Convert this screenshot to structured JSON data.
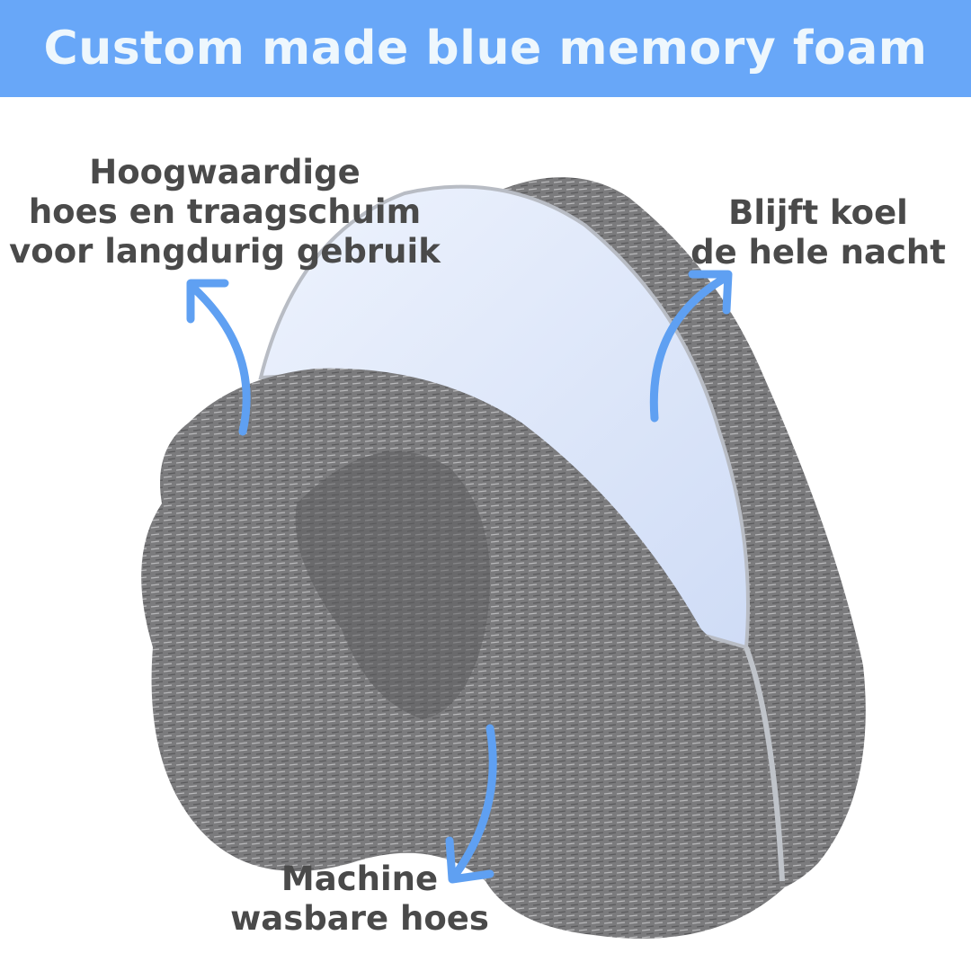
{
  "banner": {
    "title": "Custom made blue memory foam",
    "color": "#68a7f8"
  },
  "callouts": {
    "left": {
      "lines": [
        "Hoogwaardige",
        "hoes en traagschuim",
        "voor langdurig gebruik"
      ]
    },
    "right": {
      "lines": [
        "Blijft koel",
        "de hele nacht"
      ]
    },
    "bottom": {
      "lines": [
        "Machine",
        "wasbare hoes"
      ]
    }
  },
  "colors": {
    "arrow": "#5fa0f2",
    "foam": "#dfe8fa",
    "fabric": "#7a7a7c"
  }
}
